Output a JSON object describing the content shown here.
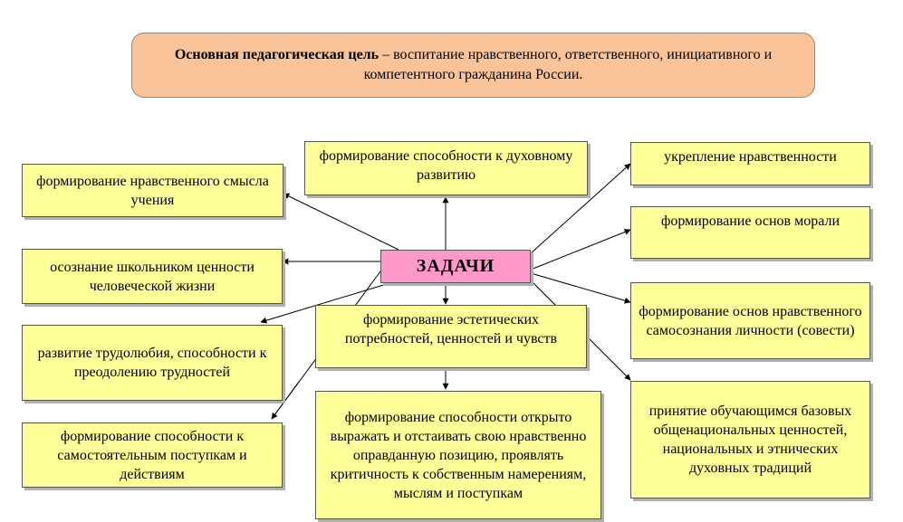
{
  "goal": {
    "bold": "Основная педагогическая цель",
    "rest": " – воспитание нравственного, ответственного, инициативного и компетентного гражданина России."
  },
  "center": "ЗАДАЧИ",
  "tasks": {
    "t1": "формирование способности к духовному развитию",
    "t2": "формирование нравственного смысла учения",
    "t3": "осознание школьником ценности человеческой жизни",
    "t4": "развитие трудолюбия, способности к преодолению трудностей",
    "t5": "формирование способности к самостоятельным поступкам и действиям",
    "t6": "формирование эстетических потребностей, ценностей и чувств",
    "t7": "формирование способности открыто выражать и отстаивать свою нравственно оправданную позицию, проявлять критичность к собственным намерениям, мыслям и поступкам",
    "t8": "укрепление нравственности",
    "t9": "формирование основ морали",
    "t10": "формирование основ нравственного самосознания личности (совести)",
    "t11": "принятие обучающимся базовых общенациональных ценностей, национальных и этнических духовных традиций"
  }
}
